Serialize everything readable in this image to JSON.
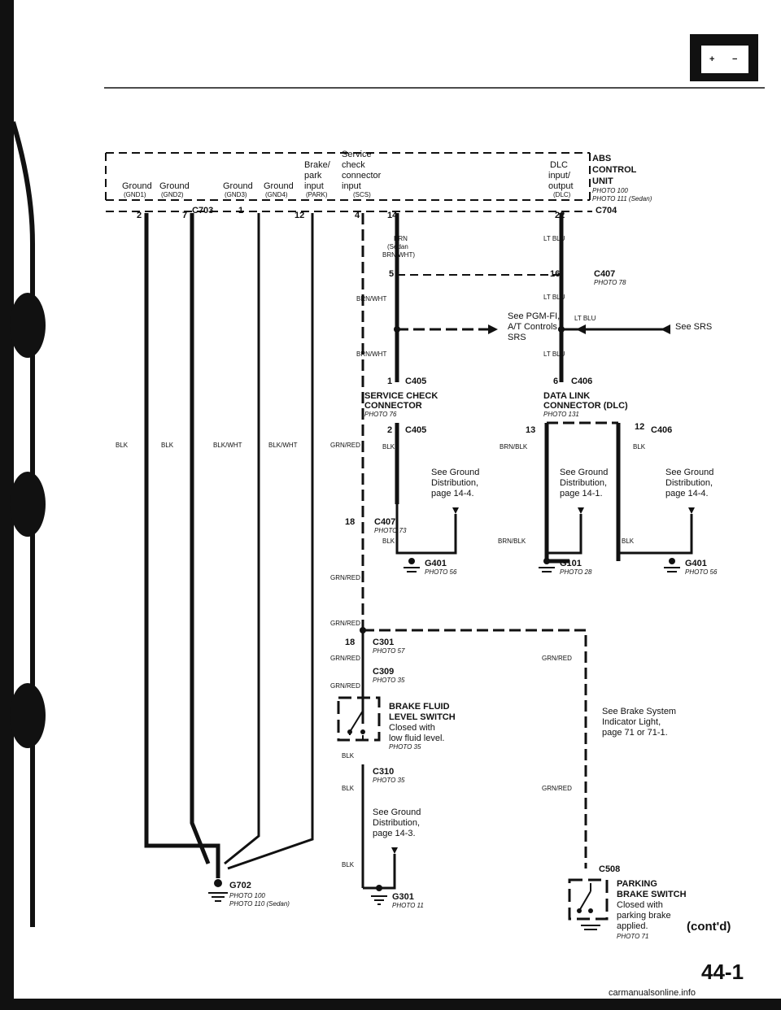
{
  "page_number": "44-1",
  "continued": "(cont'd)",
  "watermark": "carmanualsonline.info",
  "battery_icon": "battery-icon",
  "abs": {
    "name_1": "ABS",
    "name_2": "CONTROL",
    "name_3": "UNIT",
    "photo_1": "PHOTO 100",
    "photo_2": "PHOTO 111 (Sedan)"
  },
  "terminals": {
    "gnd1": "Ground",
    "gnd1_id": "(GND1)",
    "gnd2": "Ground",
    "gnd2_id": "(GND2)",
    "gnd3": "Ground",
    "gnd3_id": "(GND3)",
    "gnd4": "Ground",
    "gnd4_id": "(GND4)",
    "park_1": "Brake/",
    "park_2": "park",
    "park_3": "input",
    "park_id": "(PARK)",
    "scs_1": "Service",
    "scs_2": "check",
    "scs_3": "connector",
    "scs_4": "input",
    "scs_id": "(SCS)",
    "dlc_1": "DLC",
    "dlc_2": "input/",
    "dlc_3": "output",
    "dlc_id": "(DLC)"
  },
  "connectors": {
    "c703": "C703",
    "c704": "C704",
    "c407": "C407",
    "c407_photo": "PHOTO 78",
    "c405": "C405",
    "c406": "C406",
    "c407b": "C407",
    "c407b_photo": "PHOTO 73",
    "c301": "C301",
    "c301_photo": "PHOTO 57",
    "c309": "C309",
    "c309_photo": "PHOTO 35",
    "c310": "C310",
    "c310_photo": "PHOTO 35",
    "c508": "C508"
  },
  "pins": {
    "p2": "2",
    "p7": "7",
    "p1": "1",
    "p12": "12",
    "p4": "4",
    "p14": "14",
    "p22": "22",
    "p5": "5",
    "p16": "16",
    "p1b": "1",
    "p6": "6",
    "p2b": "2",
    "p13": "13",
    "p12b": "12",
    "p18": "18",
    "p18b": "18"
  },
  "wires": {
    "brn": "BRN",
    "brn_sedan": "(Sedan",
    "brn_wht_sedan": "BRN/WHT)",
    "lt_blu": "LT BLU",
    "brn_wht": "BRN/WHT",
    "blk": "BLK",
    "blk_wht": "BLK/WHT",
    "grn_red": "GRN/RED",
    "brn_blk": "BRN/BLK"
  },
  "see": {
    "pgm_1": "See PGM-FI,",
    "pgm_2": "A/T Controls,",
    "pgm_3": "SRS",
    "srs": "See SRS",
    "gd_1": "See Ground",
    "gd_2": "Distribution,",
    "page_144": "page 14-4.",
    "page_141": "page 14-1.",
    "page_143": "page 14-3.",
    "brake_1": "See Brake System",
    "brake_2": "Indicator Light,",
    "brake_3": "page 71 or 71-1."
  },
  "components": {
    "scc_1": "SERVICE CHECK",
    "scc_2": "CONNECTOR",
    "scc_photo": "PHOTO 76",
    "dlc_1": "DATA LINK",
    "dlc_2": "CONNECTOR (DLC)",
    "dlc_photo": "PHOTO 131",
    "bfl_1": "BRAKE FLUID",
    "bfl_2": "LEVEL SWITCH",
    "bfl_3": "Closed with",
    "bfl_4": "low fluid level.",
    "bfl_photo": "PHOTO 35",
    "pbs_1": "PARKING",
    "pbs_2": "BRAKE SWITCH",
    "pbs_3": "Closed with",
    "pbs_4": "parking brake",
    "pbs_5": "applied.",
    "pbs_photo": "PHOTO 71"
  },
  "grounds": {
    "g401": "G401",
    "g401_photo": "PHOTO 56",
    "g101": "G101",
    "g101_photo": "PHOTO 28",
    "g401b": "G401",
    "g401b_photo": "PHOTO 56",
    "g702": "G702",
    "g702_photo_1": "PHOTO 100",
    "g702_photo_2": "PHOTO 110 (Sedan)",
    "g301": "G301",
    "g301_photo": "PHOTO 11"
  }
}
